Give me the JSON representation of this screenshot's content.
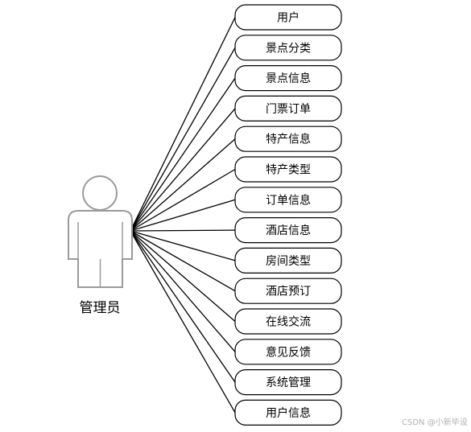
{
  "actor": {
    "label": "管理员"
  },
  "functions": [
    "用户",
    "景点分类",
    "景点信息",
    "门票订单",
    "特产信息",
    "特产类型",
    "订单信息",
    "酒店信息",
    "房间类型",
    "酒店预订",
    "在线交流",
    "意见反馈",
    "系统管理",
    "用户信息"
  ],
  "watermark": "CSDN @小新毕设"
}
